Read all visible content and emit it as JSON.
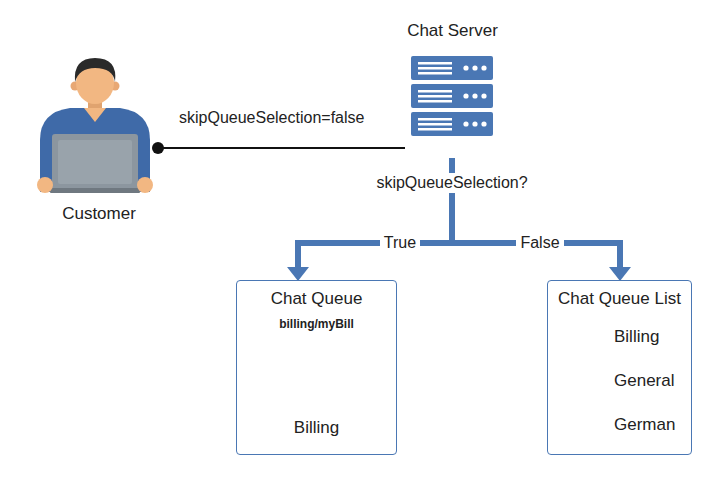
{
  "diagram": {
    "nodes": [
      {
        "text": [
          "Customer"
        ]
      },
      {
        "text": [
          "Chat Server"
        ]
      },
      {
        "text": [
          "Chat Queue",
          "billing/myBill",
          "Billing"
        ]
      },
      {
        "text": [
          "Chat Queue List",
          "Billing",
          "General",
          "German"
        ]
      }
    ],
    "edges": [
      {
        "from": 0,
        "to": 1,
        "arrow": "none",
        "label": "skipQueueSelection=false"
      },
      {
        "from": 1,
        "to": 2,
        "arrow": "to",
        "label": "True"
      },
      {
        "from": 1,
        "to": 3,
        "arrow": "to",
        "label": "False"
      }
    ],
    "labels": [
      "skipQueueSelection?"
    ]
  }
}
